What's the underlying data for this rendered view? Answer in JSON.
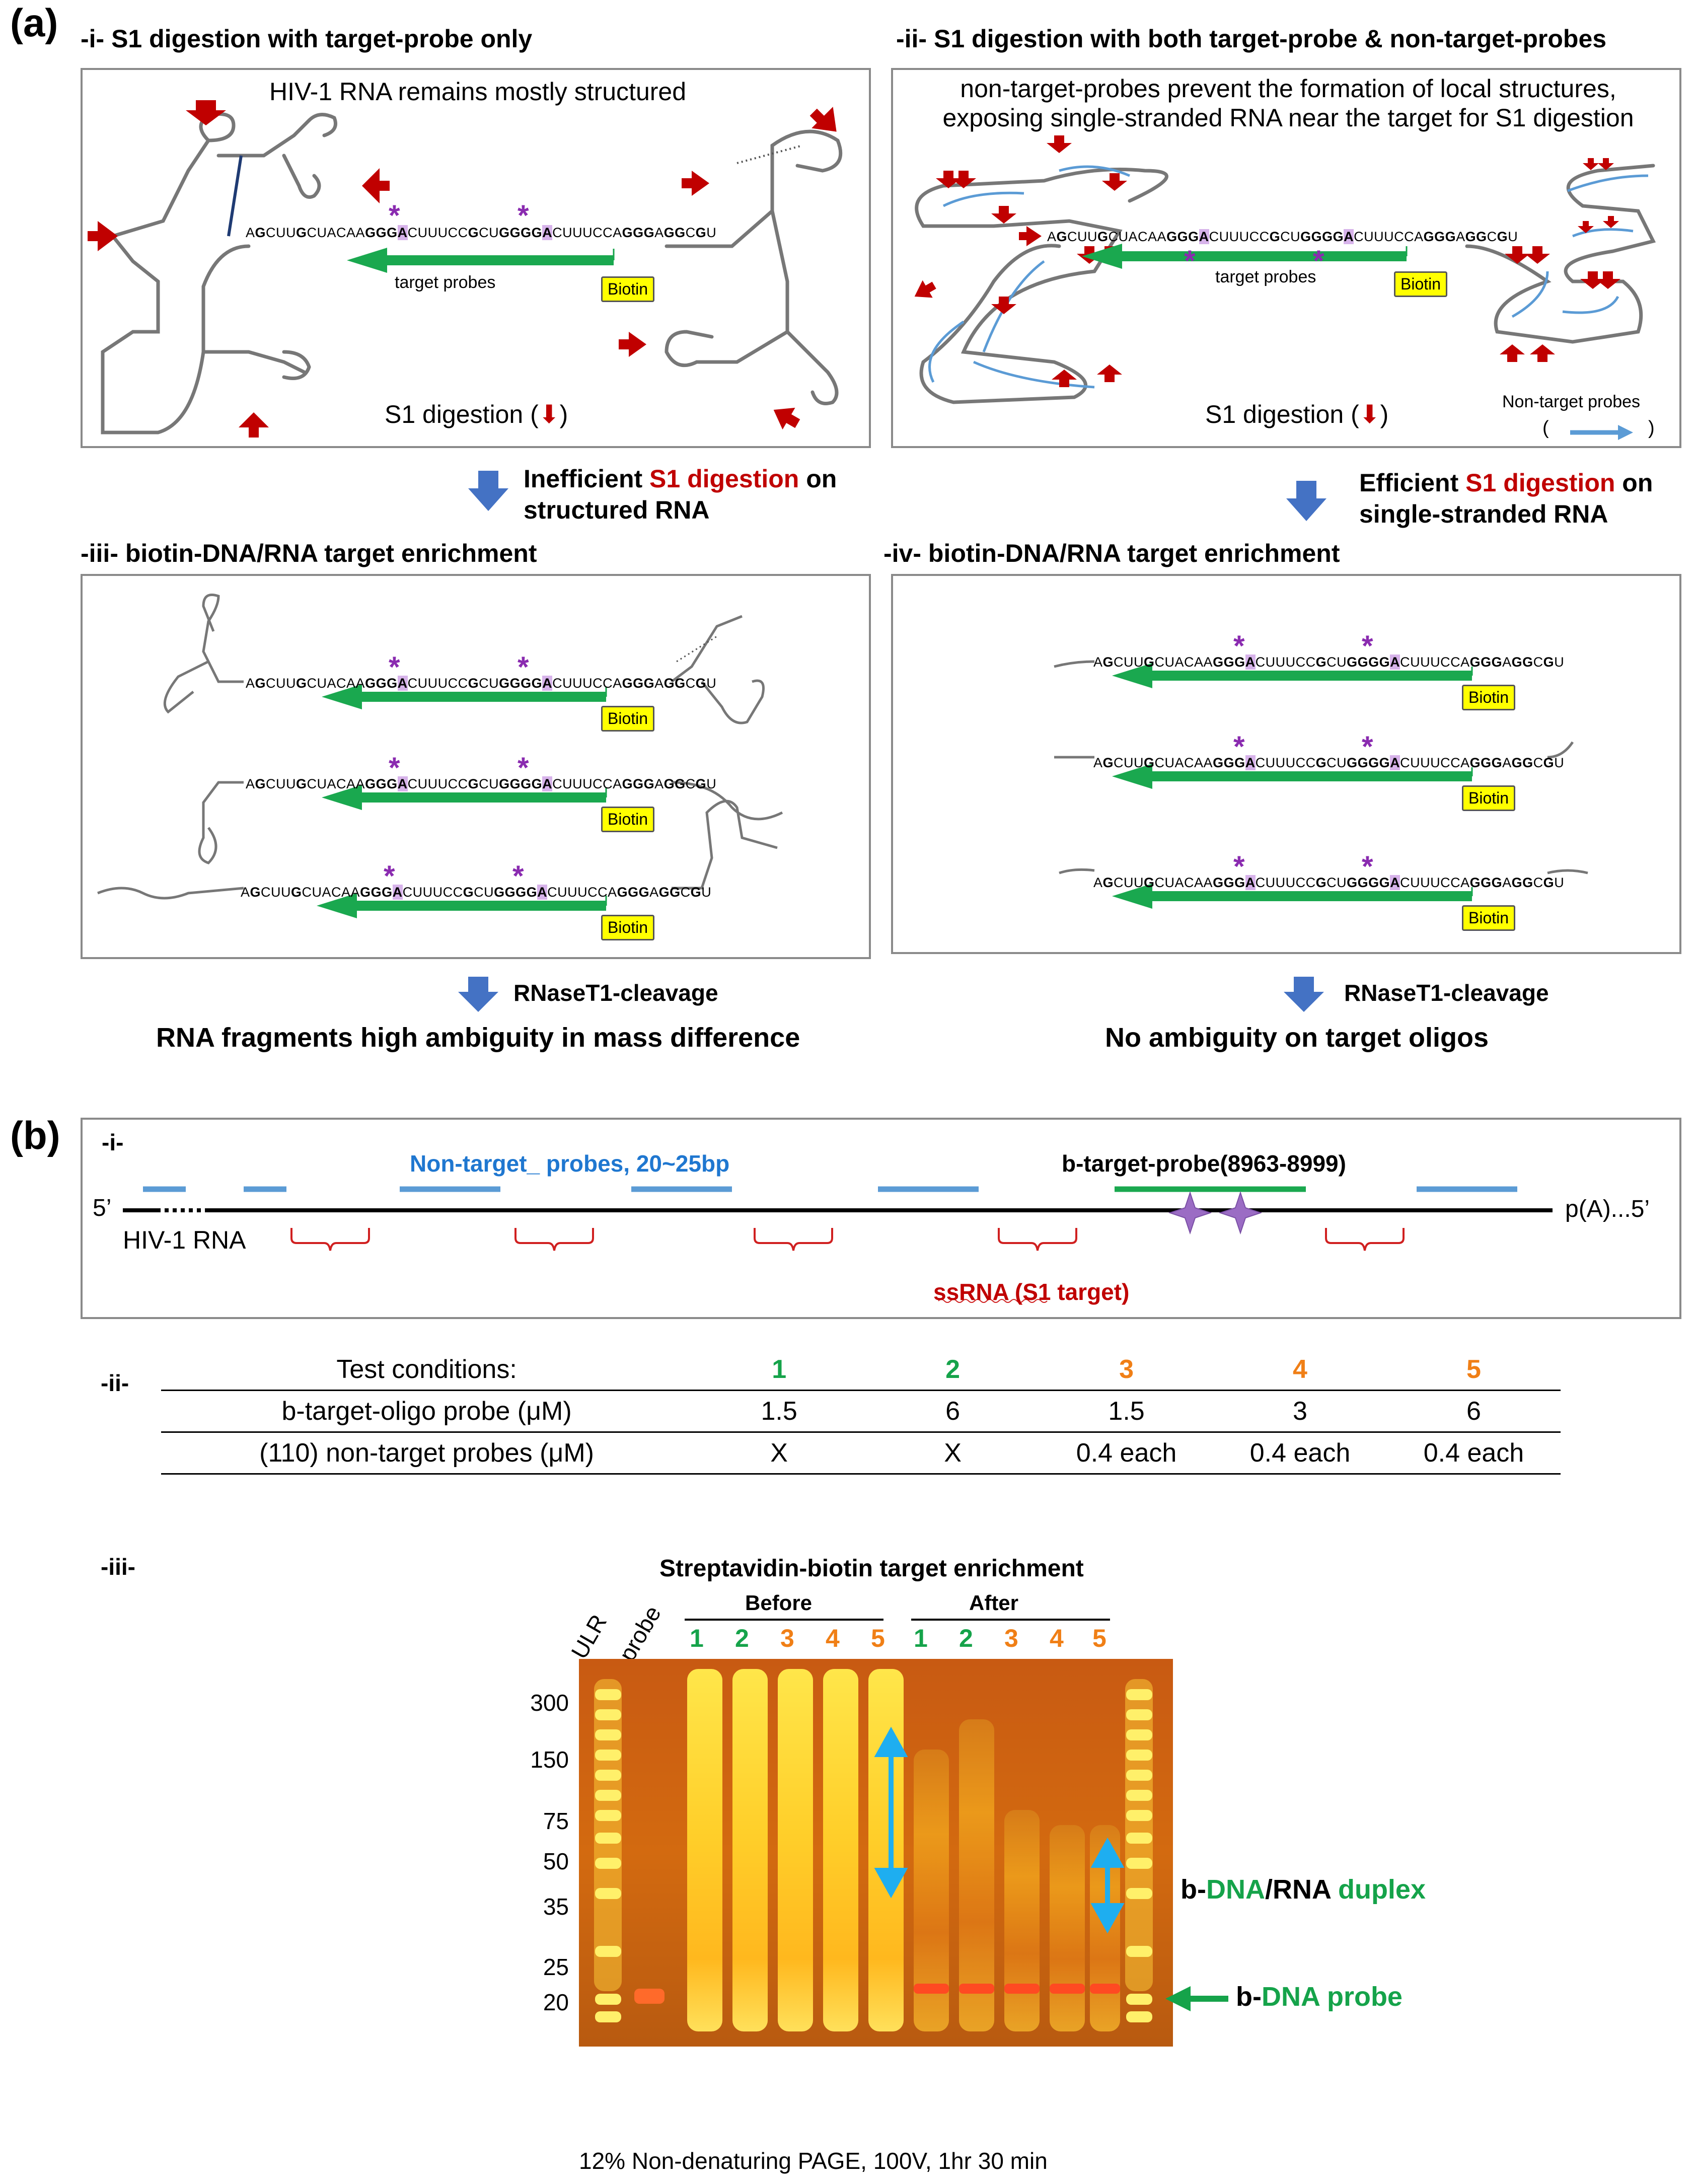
{
  "panel_a": {
    "letter": "(a)",
    "i": {
      "title": "-i- S1 digestion with target-probe only",
      "note": "HIV-1 RNA remains mostly structured",
      "s1": "S1 digestion (",
      "close": ")",
      "probe_label": "target probes",
      "biotin": "Biotin"
    },
    "ii": {
      "title": "-ii- S1 digestion with both target-probe & non-target-probes",
      "note_line1": "non-target-probes prevent the formation of local structures,",
      "note_line2": "exposing single-stranded RNA near the target for S1 digestion",
      "s1": "S1 digestion (",
      "close": ")",
      "probe_label": "target probes",
      "biotin": "Biotin",
      "legend": "Non-target probes",
      "legend_open": "(",
      "legend_close": ")"
    },
    "arrow_left": {
      "line1_a": "Inefficient ",
      "line1_b": "S1 digestion",
      "line1_c": " on",
      "line2": "structured RNA"
    },
    "arrow_right": {
      "line1_a": "Efficient ",
      "line1_b": "S1 digestion",
      "line1_c": " on",
      "line2": "single-stranded RNA"
    },
    "iii": {
      "title": "-iii- biotin-DNA/RNA target enrichment",
      "biotin": "Biotin"
    },
    "iv": {
      "title": "-iv- biotin-DNA/RNA target enrichment",
      "biotin": "Biotin"
    },
    "sequence": {
      "s1": "A",
      "s2": "G",
      "s3": "CUU",
      "s4": "G",
      "s5": "CUACAA",
      "s6": "GGG",
      "s7": "A",
      "s8": "CUUUCC",
      "s9": "G",
      "s10": "CU",
      "s11": "GGGG",
      "s12": "A",
      "s13": "CUUUCCA",
      "s14": "GGG",
      "s15": "A",
      "s16": "GG",
      "s17": "C",
      "s18": "G",
      "s19": "U"
    },
    "star": "*",
    "bottom_left": {
      "step": "RNaseT1-cleavage",
      "result": "RNA fragments high ambiguity in mass difference"
    },
    "bottom_right": {
      "step": "RNaseT1-cleavage",
      "result": "No ambiguity on target oligos"
    }
  },
  "panel_b": {
    "letter": "(b)",
    "i": {
      "label": "-i-",
      "five_prime": "5’",
      "rna": "HIV-1 RNA",
      "non_target": "Non-target_ probes, 20~25bp",
      "b_target": "b-target-probe(8963-8999)",
      "ssrna": "ssRNA (S1 target)",
      "tail": "p(A)...5’"
    },
    "ii": {
      "label": "-ii-",
      "header": "Test conditions:",
      "conditions": [
        "1",
        "2",
        "3",
        "4",
        "5"
      ],
      "row1_label": "b-target-oligo probe (μM)",
      "row1": [
        "1.5",
        "6",
        "1.5",
        "3",
        "6"
      ],
      "row2_label": "(110) non-target probes (μM)",
      "row2": [
        "X",
        "X",
        "0.4 each",
        "0.4 each",
        "0.4 each"
      ]
    },
    "iii": {
      "label": "-iii-",
      "title": "Streptavidin-biotin target enrichment",
      "before": "Before",
      "after": "After",
      "lane_ulr": "ULR",
      "lane_probe": "probe",
      "lanes": [
        "1",
        "2",
        "3",
        "4",
        "5"
      ],
      "markers": [
        "300",
        "150",
        "75",
        "50",
        "35",
        "25",
        "20"
      ],
      "duplex_a": "b-",
      "duplex_b": "DNA",
      "duplex_c": "/RNA ",
      "duplex_d": "duplex",
      "probe_a": "b-",
      "probe_b": "DNA probe",
      "caption": "12% Non-denaturing PAGE, 100V, 1hr 30 min"
    }
  },
  "colors": {
    "arrow_red": "#c00000",
    "probe_green": "#1aa84f",
    "nontarget_blue": "#5b9bd5",
    "down_arrow": "#4472c4",
    "cyan": "#1eaef0"
  }
}
